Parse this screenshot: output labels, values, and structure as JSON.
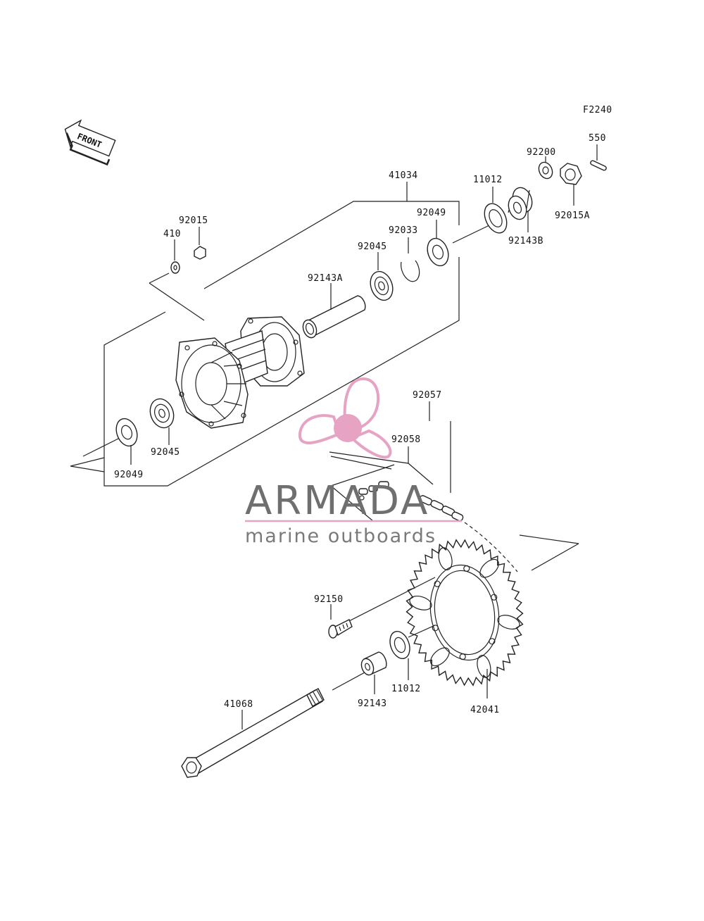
{
  "figure_code": "F2240",
  "front_arrow_label": "FRONT",
  "labels": {
    "p41034": "41034",
    "p92049a": "92049",
    "p92033": "92033",
    "p92045a": "92045",
    "p92143A": "92143A",
    "p11012a": "11012",
    "p92200": "92200",
    "p550": "550",
    "p92143B": "92143B",
    "p92015A": "92015A",
    "p92015": "92015",
    "p410": "410",
    "p92045b": "92045",
    "p92049b": "92049",
    "p92057": "92057",
    "p92058": "92058",
    "p92150": "92150",
    "p11012b": "11012",
    "p92143": "92143",
    "p41068": "41068",
    "p42041": "42041"
  },
  "watermark": {
    "title": "ARMADA",
    "subtitle": "marine outboards",
    "logo_icon": "propeller-logo-icon",
    "accent_color": "#e6a3c3",
    "accent_dark": "#d97fad",
    "text_color": "#6f6f6f"
  },
  "colors": {
    "line": "#222222",
    "background": "#ffffff"
  }
}
